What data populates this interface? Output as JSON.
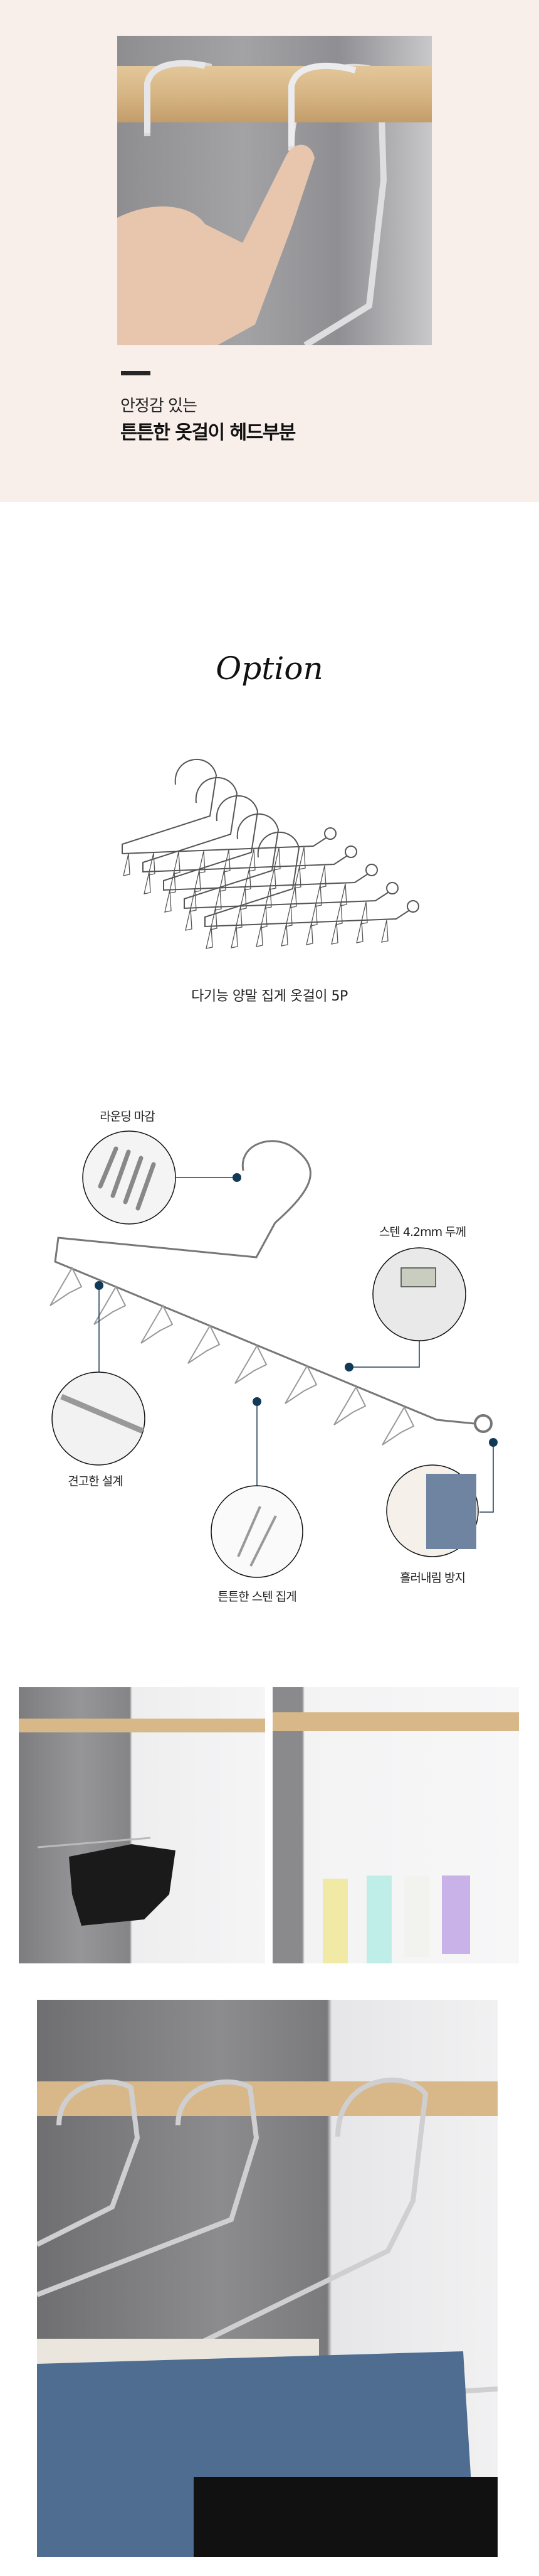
{
  "hero": {
    "subtitle": "안정감 있는",
    "title": "튼튼한 옷걸이 헤드부분"
  },
  "option": {
    "title": "Option",
    "product_caption": "다기능 양말 집게 옷걸이 5P"
  },
  "features": {
    "rounding": "라운딩 마감",
    "thickness": "스텐 4.2mm 두께",
    "design": "견고한 설계",
    "clips": "튼튼한 스텐 집게",
    "antislip": "흘러내림 방지"
  },
  "colors": {
    "hero_bg": "#f8efea",
    "callout": "#123a56",
    "wood": "#d8b888"
  }
}
